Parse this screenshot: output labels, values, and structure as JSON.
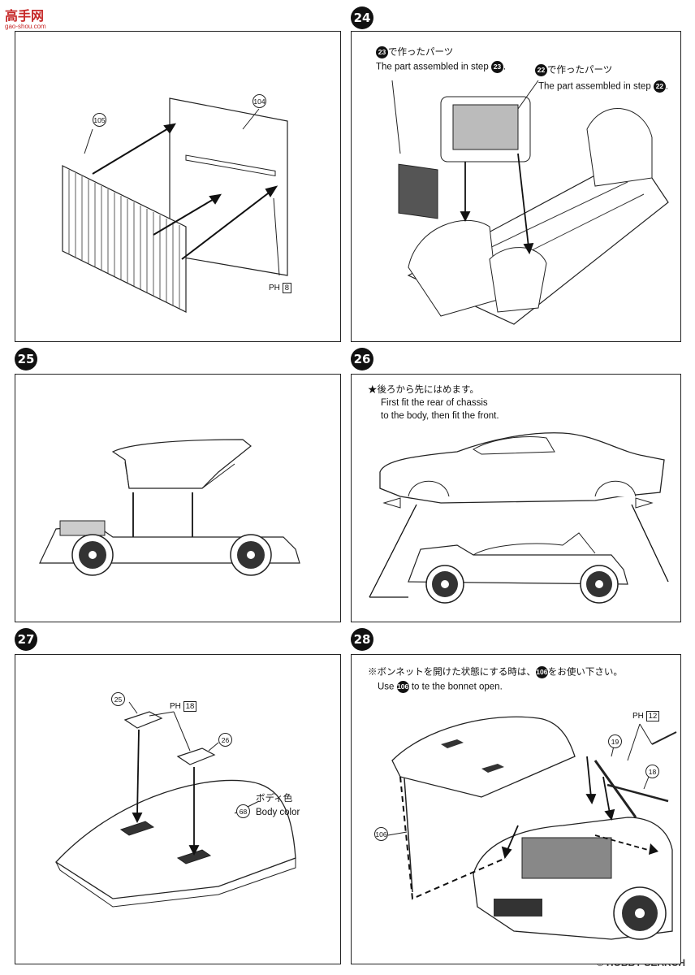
{
  "watermark": {
    "logo": "高手网",
    "domain": "gao-shou.com",
    "brand": "© HOBBY SEARCH"
  },
  "steps": [
    {
      "number": "24",
      "note_a_num": "23",
      "note_a_jp": "で作ったパーツ",
      "note_a_en": "The part assembled in step",
      "note_b_num": "22",
      "note_b_jp": "で作ったパーツ",
      "note_b_en": "The part assembled in step"
    },
    {
      "number": "25"
    },
    {
      "number": "26",
      "note_jp": "★後ろから先にはめます。",
      "note_en_1": "First fit the rear of chassis",
      "note_en_2": "to the body, then fit the front."
    },
    {
      "number": "27",
      "part_a": "25",
      "part_b": "26",
      "part_c": "68",
      "ph_prefix": "PH",
      "ph_num": "18",
      "color_jp": "ボディ色",
      "color_en": "Body color"
    },
    {
      "number": "28",
      "note_jp_pre": "※ボンネットを開けた状態にする時は、",
      "note_jp_num": "106",
      "note_jp_post": "をお使い下さい。",
      "note_en_pre": "Use",
      "note_en_num": "106",
      "note_en_post": "to te the bonnet open.",
      "part_a": "19",
      "part_b": "18",
      "part_c": "106",
      "ph_prefix": "PH",
      "ph_num": "12"
    }
  ],
  "step23_parts": {
    "part_a": "105",
    "part_b": "104",
    "ph_prefix": "PH",
    "ph_num": "8"
  }
}
